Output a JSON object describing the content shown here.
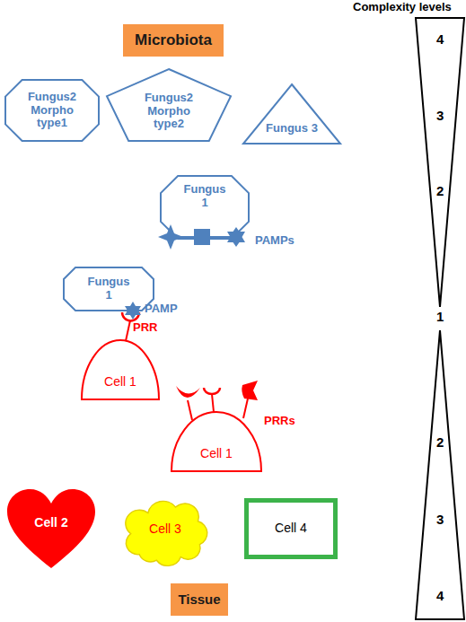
{
  "diagram": {
    "nodes": [
      {
        "text": [
          "Microbiota"
        ]
      },
      {
        "text": [
          "Fungus2 Morpho type1"
        ]
      },
      {
        "text": [
          "Fungus2 Morpho type2"
        ]
      },
      {
        "text": [
          "Fungus 3"
        ]
      },
      {
        "text": [
          "Fungus 1"
        ]
      },
      {
        "text": [
          "Fungus 1"
        ]
      },
      {
        "text": [
          "Cell 1"
        ]
      },
      {
        "text": [
          "Cell 1"
        ]
      },
      {
        "text": [
          "Cell 2"
        ]
      },
      {
        "text": [
          "Cell 3"
        ]
      },
      {
        "text": [
          "Cell 4"
        ]
      },
      {
        "text": [
          "Tissue"
        ]
      }
    ],
    "labels": [
      "Complexity levels",
      "4",
      "3",
      "2",
      "PAMPs",
      "1",
      "PAMP",
      "PRR",
      "PRRs",
      "2",
      "3",
      "4"
    ]
  }
}
